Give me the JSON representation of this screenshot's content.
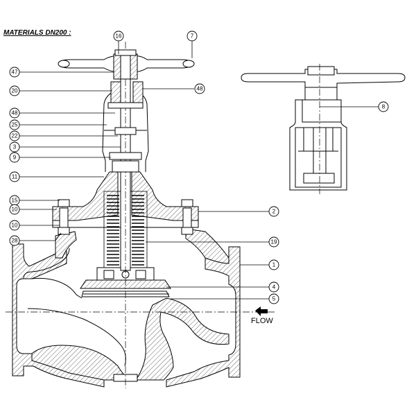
{
  "title": "MATERIALS DN200 :",
  "flow_label": "FLOW",
  "callouts": [
    {
      "id": "c16",
      "label": "16"
    },
    {
      "id": "c7",
      "label": "7"
    },
    {
      "id": "c47",
      "label": "47"
    },
    {
      "id": "c20",
      "label": "20"
    },
    {
      "id": "c48a",
      "label": "48"
    },
    {
      "id": "c48b",
      "label": "48"
    },
    {
      "id": "c25",
      "label": "25"
    },
    {
      "id": "c22",
      "label": "22"
    },
    {
      "id": "c3",
      "label": "3"
    },
    {
      "id": "c9",
      "label": "9"
    },
    {
      "id": "c11",
      "label": "11"
    },
    {
      "id": "c15",
      "label": "15"
    },
    {
      "id": "c10a",
      "label": "10"
    },
    {
      "id": "c10b",
      "label": "10"
    },
    {
      "id": "c28",
      "label": "28"
    },
    {
      "id": "c8",
      "label": "8"
    },
    {
      "id": "c2",
      "label": "2"
    },
    {
      "id": "c19",
      "label": "19"
    },
    {
      "id": "c1",
      "label": "1"
    },
    {
      "id": "c4",
      "label": "4"
    },
    {
      "id": "c5",
      "label": "5"
    }
  ]
}
